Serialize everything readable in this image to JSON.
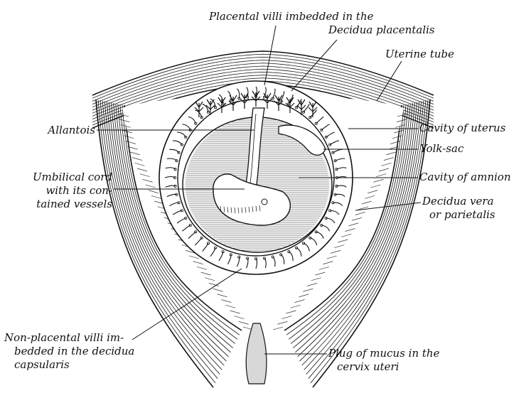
{
  "figure": {
    "colors": {
      "ink": "#111111",
      "paper": "#ffffff",
      "uterine_wall": "#fafafa",
      "amnion_fill": "#f4f4f4"
    }
  },
  "labels": {
    "placental_villi": [
      "Placental villi imbedded in the",
      "Decidua placentalis"
    ],
    "uterine_tube": "Uterine tube",
    "allantois": "Allantois",
    "cavity_of_uterus": "Cavity of uterus",
    "yolk_sac": "Yolk-sac",
    "umbilical_cord": [
      "Umbilical cord",
      "with its con-",
      "tained vessels"
    ],
    "cavity_of_amnion": "Cavity of amnion",
    "decidua_vera": [
      "Decidua vera",
      "or parietalis"
    ],
    "non_placental_villi": [
      "Non-placental villi im-",
      "bedded in the decidua",
      "capsularis"
    ],
    "plug_of_mucus": [
      "Plug of mucus in the",
      "cervix uteri"
    ]
  }
}
